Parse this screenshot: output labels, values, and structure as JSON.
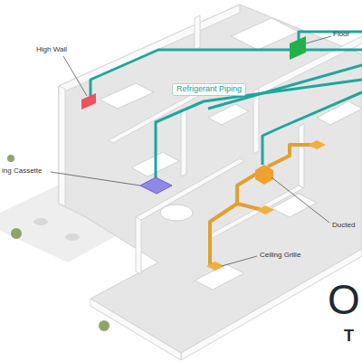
{
  "diagram": {
    "labels": [
      "High Wall",
      "Floor",
      "Refrigerant Piping",
      "ing Cassette",
      "Ducted",
      "Ceiling Grille",
      "O",
      "T"
    ]
  }
}
